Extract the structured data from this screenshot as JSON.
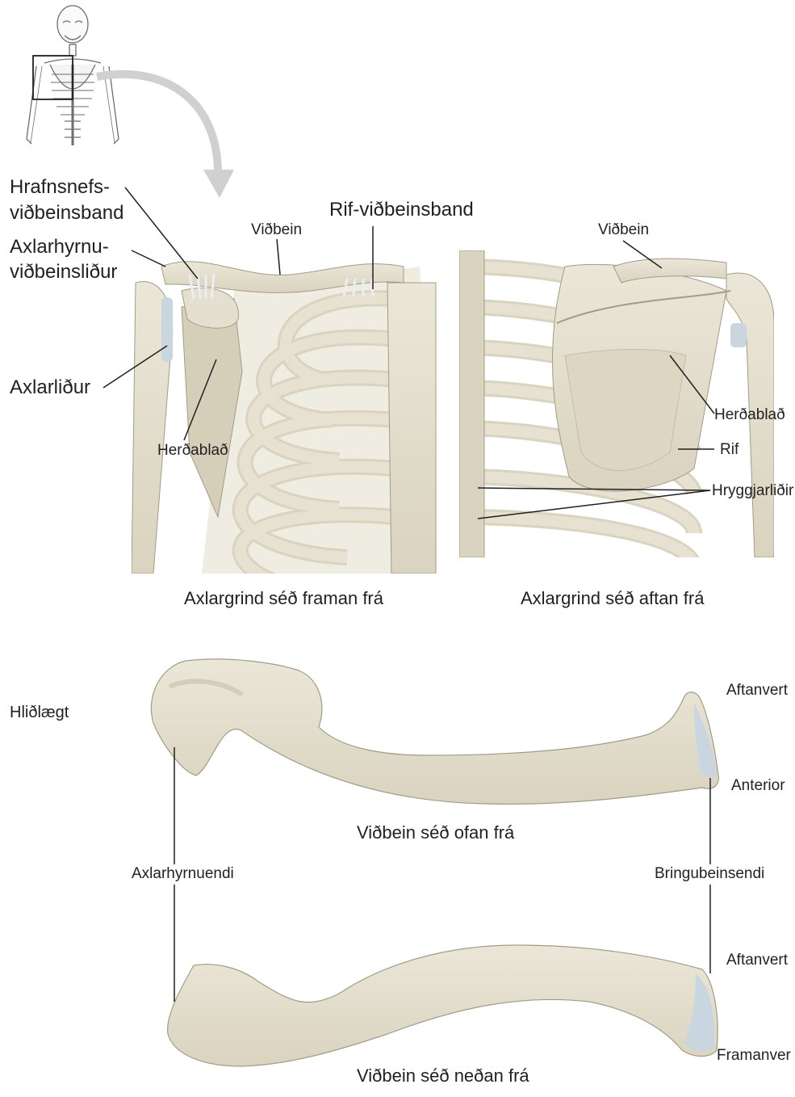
{
  "labels": {
    "hrafnsnefs_line1": "Hrafnsnefs-",
    "hrafnsnefs_line2": "viðbeinsband",
    "axlarhyrnu_line1": "Axlarhyrnu-",
    "axlarhyrnu_line2": "viðbeinsliður",
    "axlarlidur": "Axlarliður",
    "herdablad_front": "Herðablað",
    "vidbein_front": "Viðbein",
    "rif_vidbeinsband": "Rif-viðbeinsband",
    "vidbein_back": "Viðbein",
    "herdablad_back": "Herðablað",
    "rif": "Rif",
    "hryggjarlidir": "Hryggjarliðir"
  },
  "captions": {
    "front": "Axlargrind séð framan frá",
    "back": "Axlargrind séð aftan frá",
    "clavicle_top": "Viðbein séð ofan frá",
    "clavicle_bottom": "Viðbein séð neðan frá"
  },
  "clavicle_labels": {
    "lateral": "Hliðlægt",
    "posterior_top": "Aftanvert",
    "anterior_top": "Anterior",
    "acromial_end": "Axlarhyrnuendi",
    "sternal_end": "Bringubeinsendi",
    "posterior_bottom": "Aftanvert",
    "anterior_bottom": "Framanver"
  },
  "colors": {
    "bone": "#e4dfcf",
    "bone_dark": "#cbc4ab",
    "bone_outline": "#a39c84",
    "cartilage": "#c9d6e0",
    "ligament": "#e9eef2",
    "shadow": "#d2cdbc",
    "leader": "#231f20",
    "arrow": "#d0d0d0"
  }
}
